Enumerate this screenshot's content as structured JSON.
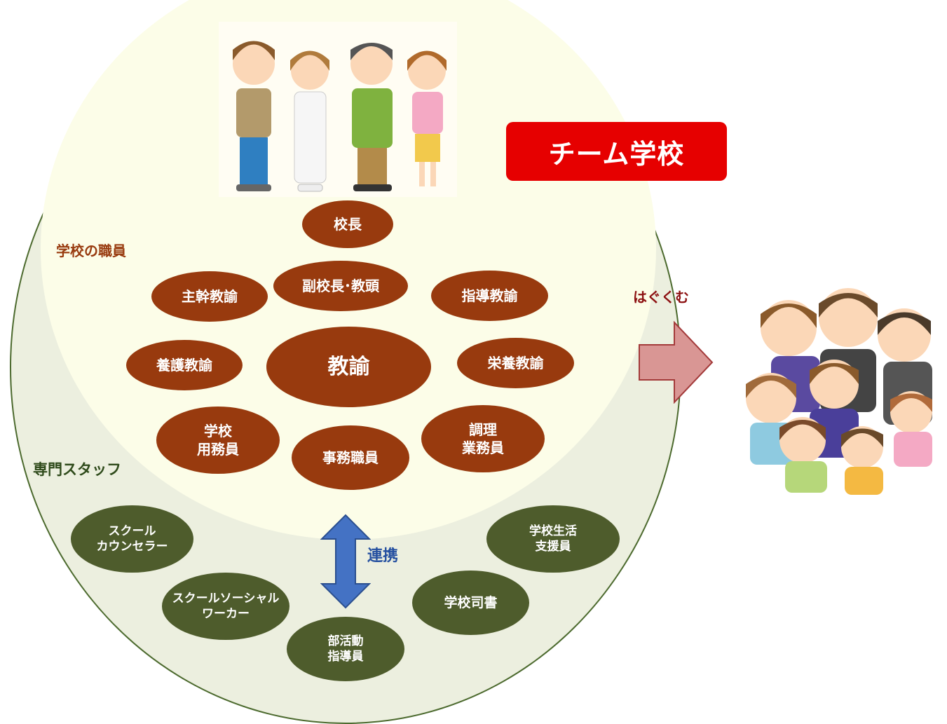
{
  "title": "チーム学校",
  "labels": {
    "school_staff": "学校の職員",
    "specialist_staff": "専門スタッフ",
    "nurture": "はぐくむ",
    "cooperation": "連携"
  },
  "school_staff": [
    {
      "id": "principal",
      "label": "校長"
    },
    {
      "id": "vice-principal",
      "label": "副校長･教頭"
    },
    {
      "id": "chief-teacher",
      "label": "主幹教諭"
    },
    {
      "id": "instructing-teacher",
      "label": "指導教諭"
    },
    {
      "id": "nursing-teacher",
      "label": "養護教諭"
    },
    {
      "id": "teacher",
      "label": "教諭"
    },
    {
      "id": "nutrition-teacher",
      "label": "栄養教諭"
    },
    {
      "id": "school-janitor",
      "label": "学校\n用務員"
    },
    {
      "id": "office-staff",
      "label": "事務職員"
    },
    {
      "id": "cooking-staff",
      "label": "調理\n業務員"
    }
  ],
  "specialist_staff": [
    {
      "id": "school-counselor",
      "label": "スクール\nカウンセラー"
    },
    {
      "id": "school-social-worker",
      "label": "スクールソーシャル\nワーカー"
    },
    {
      "id": "club-instructor",
      "label": "部活動\n指導員"
    },
    {
      "id": "school-librarian",
      "label": "学校司書"
    },
    {
      "id": "school-life-supporter",
      "label": "学校生活\n支援員"
    }
  ],
  "colors": {
    "staff": "#983a0e",
    "specialist": "#4e5c2c",
    "title_box": "#e60000",
    "arrow": "#d99694",
    "link_arrow": "#4472c4"
  }
}
